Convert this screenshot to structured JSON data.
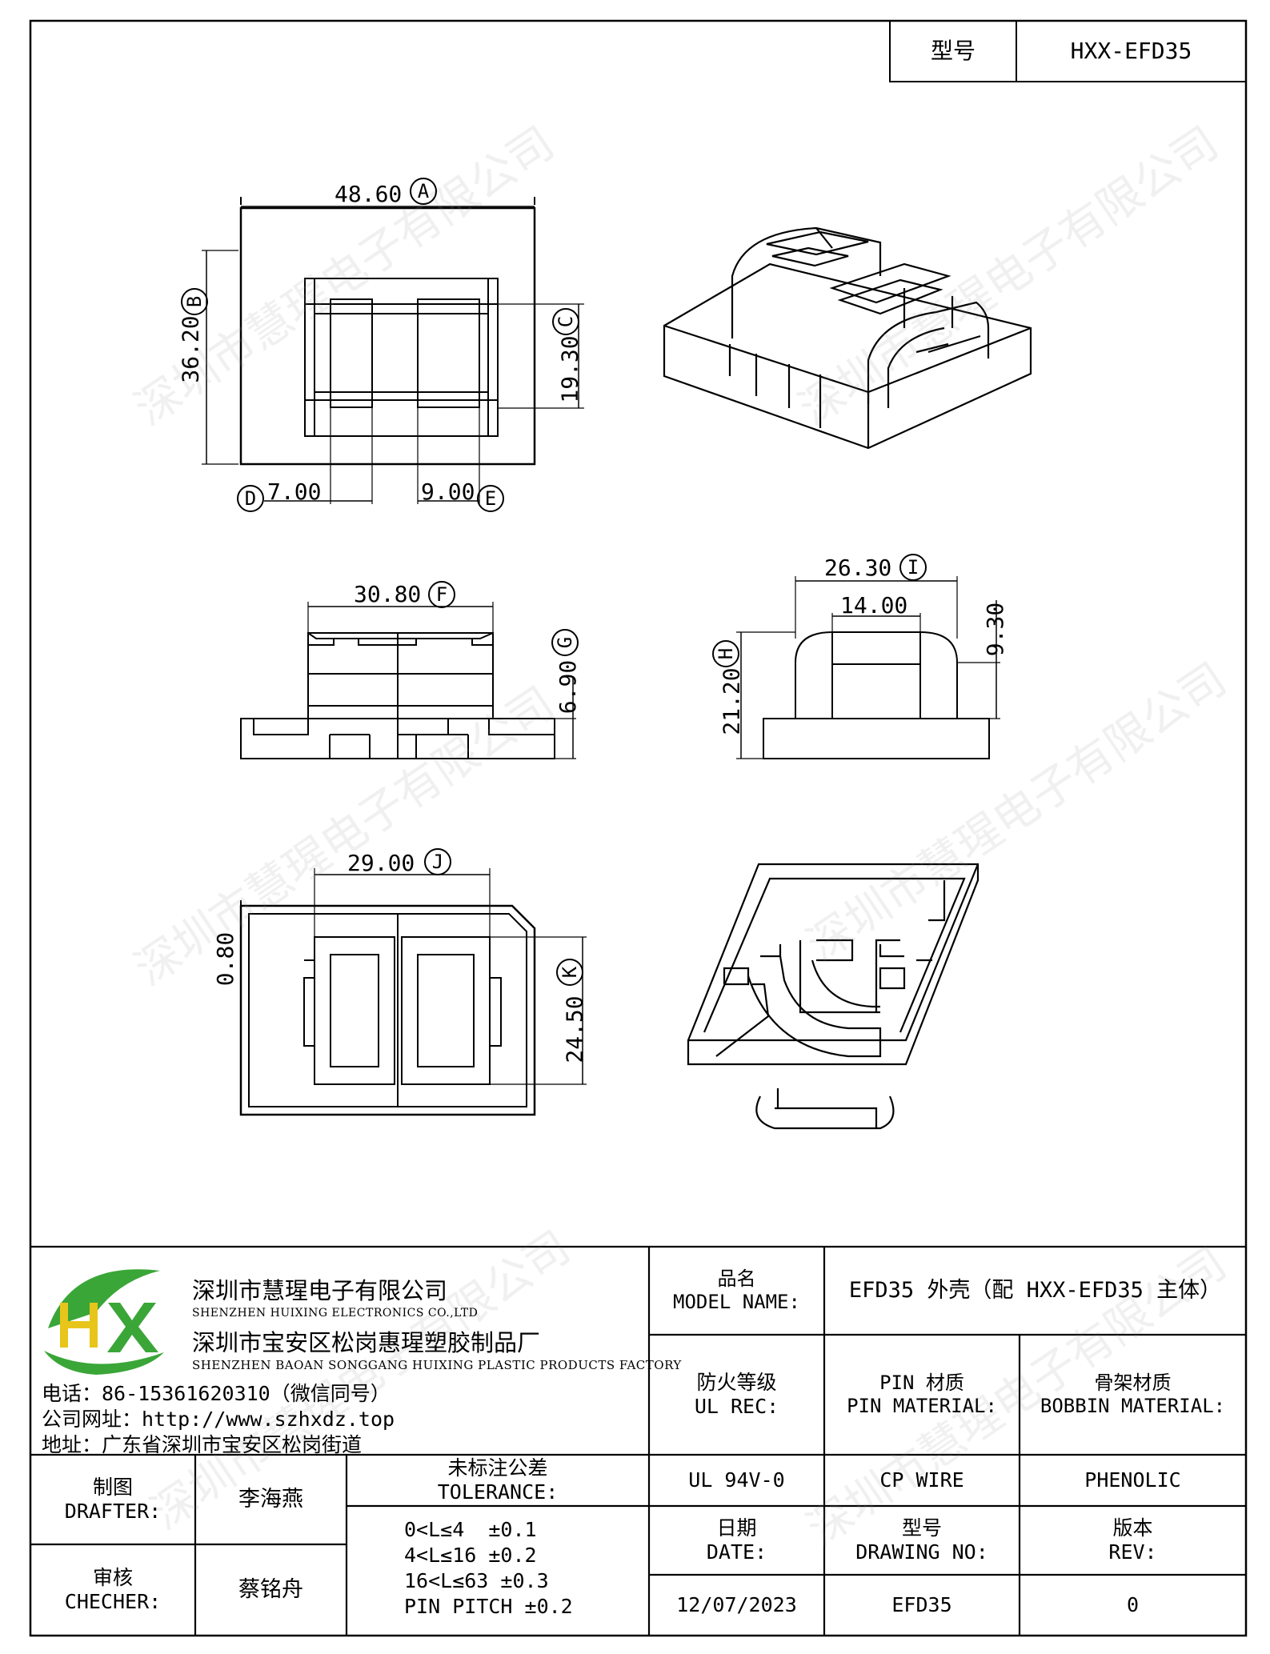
{
  "header": {
    "model_label": "型号",
    "model_value": "HXX-EFD35"
  },
  "dimensions": {
    "A": {
      "value": "48.60",
      "tag": "A"
    },
    "B": {
      "value": "36.20",
      "tag": "B"
    },
    "C": {
      "value": "19.30",
      "tag": "C"
    },
    "D": {
      "value": "7.00",
      "tag": "D"
    },
    "E": {
      "value": "9.00",
      "tag": "E"
    },
    "F": {
      "value": "30.80",
      "tag": "F"
    },
    "G": {
      "value": "6.90",
      "tag": "G"
    },
    "H": {
      "value": "21.20",
      "tag": "H"
    },
    "I": {
      "value": "26.30",
      "tag": "I"
    },
    "J": {
      "value": "29.00",
      "tag": "J"
    },
    "K": {
      "value": "24.50",
      "tag": "K"
    },
    "side_14": "14.00",
    "side_930": "9.30",
    "bottom_080": "0.80"
  },
  "watermark": "深圳市慧瑆电子有限公司",
  "company": {
    "logo_text": "HX",
    "name_cn": "深圳市慧瑆电子有限公司",
    "name_en": "SHENZHEN HUIXING ELECTRONICS CO.,LTD",
    "factory_cn": "深圳市宝安区松岗惠瑆塑胶制品厂",
    "factory_en": "SHENZHEN BAOAN SONGGANG HUIXING PLASTIC PRODUCTS FACTORY",
    "phone": "电话：86-15361620310（微信同号）",
    "website": "公司网址：http://www.szhxdz.top",
    "address": "地址：广东省深圳市宝安区松岗街道"
  },
  "title_block": {
    "model_name_cn": "品名",
    "model_name_en": "MODEL NAME:",
    "model_name_value": "EFD35 外壳（配 HXX-EFD35 主体）",
    "ul_cn": "防火等级",
    "ul_en": "UL REC:",
    "pin_cn": "PIN 材质",
    "pin_en": "PIN MATERIAL:",
    "bobbin_cn": "骨架材质",
    "bobbin_en": "BOBBIN MATERIAL:",
    "ul_value": "UL 94V-0",
    "pin_value": "CP WIRE",
    "bobbin_value": "PHENOLIC",
    "drafter_cn": "制图",
    "drafter_en": "DRAFTER:",
    "drafter_name": "李海燕",
    "checker_cn": "审核",
    "checker_en": "CHECHER:",
    "checker_name": "蔡铭舟",
    "tol_cn": "未标注公差",
    "tol_en": "TOLERANCE:",
    "tol_1": "0<L≤4  ±0.1",
    "tol_2": "4<L≤16 ±0.2",
    "tol_3": "16<L≤63 ±0.3",
    "tol_4": "PIN PITCH ±0.2",
    "date_cn": "日期",
    "date_en": "DATE:",
    "drawing_cn": "型号",
    "drawing_en": "DRAWING NO:",
    "rev_cn": "版本",
    "rev_en": "REV:",
    "date_value": "12/07/2023",
    "drawing_value": "EFD35",
    "rev_value": "0"
  },
  "colors": {
    "logo_green": "#3aa638",
    "logo_yellow": "#e8c51a",
    "line": "#000000"
  }
}
